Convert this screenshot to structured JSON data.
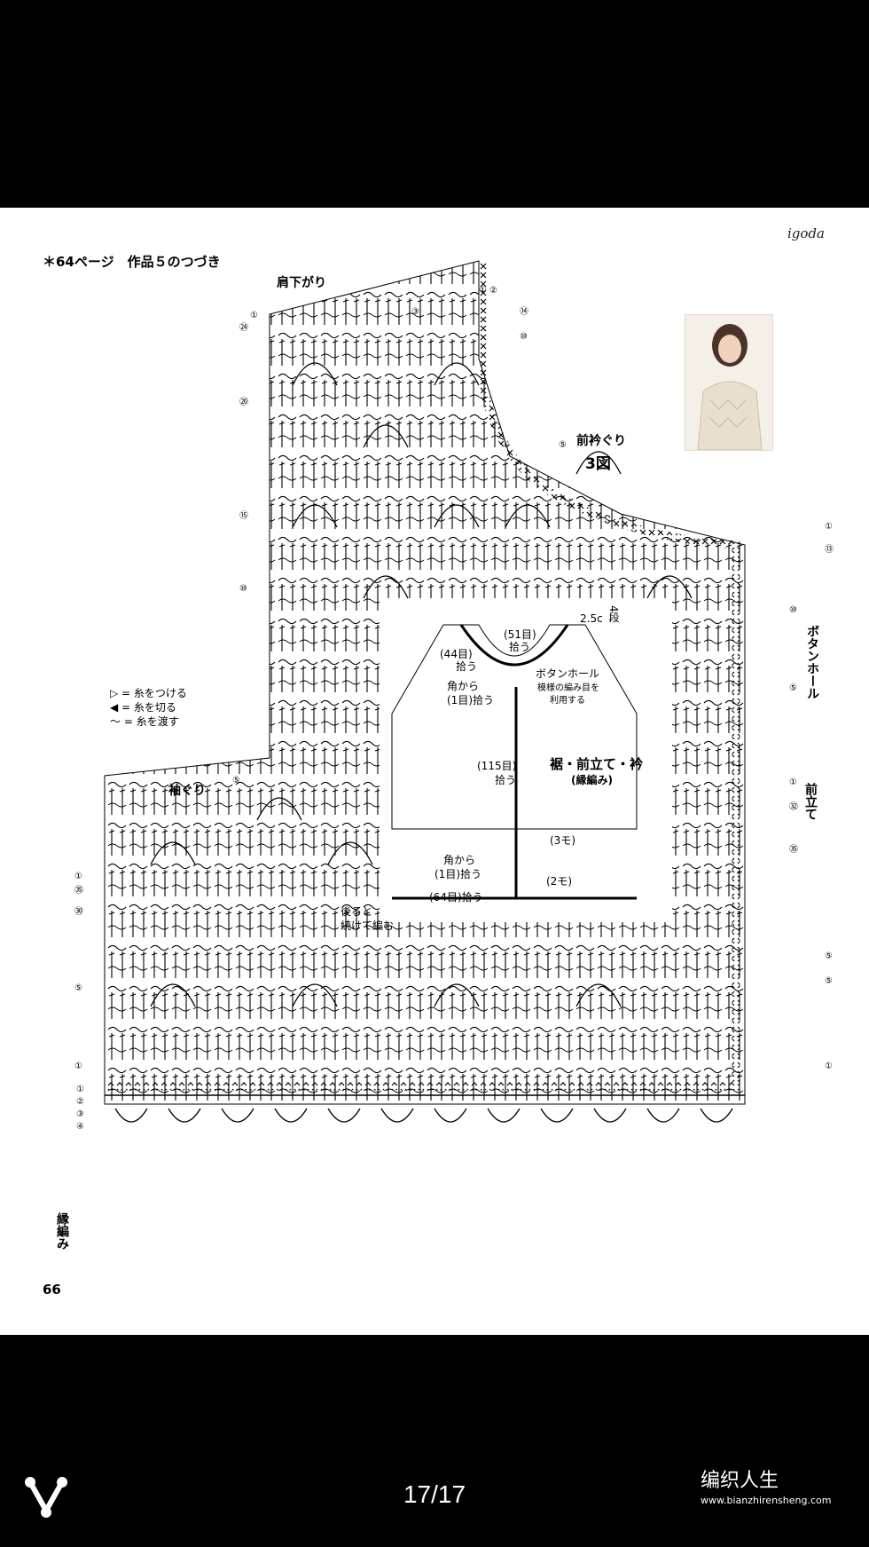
{
  "header": {
    "reference": "＊64ページ　作品５のつづき",
    "brand": "igoda"
  },
  "labels": {
    "shoulder": "肩下がり",
    "front_neckline": "前衿ぐり",
    "figure": "3図",
    "armhole": "袖ぐり",
    "buttonhole": "ボタンホール",
    "front_band": "前立て",
    "edging": "縁編み"
  },
  "legend": {
    "attach": "= 糸をつける",
    "cut": "= 糸を切る",
    "carry": "= 糸を渡す"
  },
  "schematic": {
    "collar_width": "2.5c",
    "collar_rows": "4段",
    "collar_pickup": "(51目)",
    "collar_pickup_verb": "拾う",
    "neck_side_pickup": "(44目)",
    "neck_side_pickup_verb": "拾う",
    "buttonhole": "ボタンホール",
    "buttonhole_note_1": "模様の編み目を",
    "buttonhole_note_2": "利用する",
    "corner_top_1": "角から",
    "corner_top_2": "(1目)拾う",
    "front_pickup": "(115目)",
    "front_pickup_verb": "拾う",
    "title": "裾・前立て・衿",
    "title_sub": "(縁編み)",
    "spacing_3": "(3モ)",
    "corner_bottom_1": "角から",
    "corner_bottom_2": "(1目)拾う",
    "spacing_2": "(2モ)",
    "hem_pickup": "(64目)拾う",
    "back_note_1": "後ろと",
    "back_note_2": "続けて編む"
  },
  "row_markers": {
    "left": [
      "①",
      "㉔",
      "⑳",
      "⑮",
      "⑩",
      "⑤",
      "①",
      "㉟",
      "㉚",
      "⑤",
      "①"
    ],
    "edging_rows": [
      "①",
      "②",
      "③",
      "④"
    ],
    "top": [
      "①",
      "②",
      "③",
      "⑭",
      "⑩",
      "⑤"
    ],
    "right": [
      "①",
      "⑬",
      "⑩",
      "⑤",
      "①",
      "㉜",
      "㉟",
      "⑤",
      "⑤",
      "①"
    ]
  },
  "footer": {
    "page_number": "66",
    "pager": "17/17",
    "site_name": "编织人生",
    "site_url": "www.bianzhirensheng.com"
  }
}
